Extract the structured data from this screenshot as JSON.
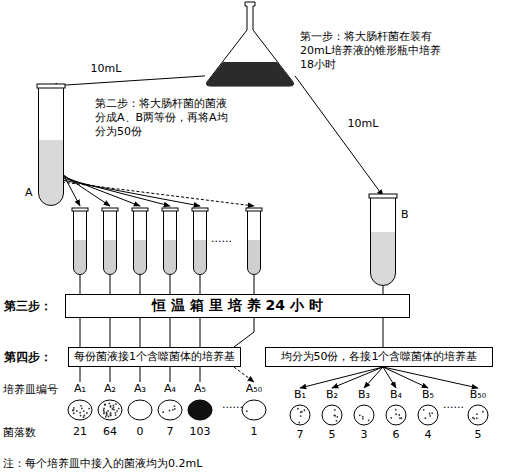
{
  "diagram": {
    "nodes": [
      {
        "text": [
          "第一步：将大肠杆菌在装有20mL培养液的锥形瓶中培养18小时"
        ]
      },
      {
        "text": [
          "A"
        ]
      },
      {
        "text": [
          "B"
        ]
      },
      {
        "text": [
          "第三步：",
          "恒 温 箱 里 培 养 24 小 时"
        ]
      },
      {
        "text": [
          "第四步：",
          "每份菌液接1个含噬菌体的培养基"
        ]
      },
      {
        "text": [
          "均分为50份，各接1个含噬菌体的培养基"
        ]
      },
      {
        "text": [
          "A₁",
          "21"
        ]
      },
      {
        "text": [
          "A₂",
          "64"
        ]
      },
      {
        "text": [
          "A₃",
          "0"
        ]
      },
      {
        "text": [
          "A₄",
          "7"
        ]
      },
      {
        "text": [
          "A₅",
          "103"
        ]
      },
      {
        "text": [
          "A₅₀",
          "1"
        ]
      },
      {
        "text": [
          "B₁",
          "7"
        ]
      },
      {
        "text": [
          "B₂",
          "5"
        ]
      },
      {
        "text": [
          "B₃",
          "3"
        ]
      },
      {
        "text": [
          "B₄",
          "6"
        ]
      },
      {
        "text": [
          "B₅",
          "4"
        ]
      },
      {
        "text": [
          "B₅₀",
          "5"
        ]
      }
    ],
    "edges": [
      {
        "from": 0,
        "to": 1,
        "label": "10mL",
        "arrow": "to"
      },
      {
        "from": 0,
        "to": 2,
        "label": "10mL",
        "arrow": "to"
      },
      {
        "from": 2,
        "to": 3,
        "arrow": "none"
      },
      {
        "from": 3,
        "to": 5,
        "arrow": "none"
      },
      {
        "from": 3,
        "to": 4,
        "arrow": "none"
      },
      {
        "from": 4,
        "to": 6,
        "arrow": "none"
      },
      {
        "from": 4,
        "to": 7,
        "arrow": "none"
      },
      {
        "from": 4,
        "to": 8,
        "arrow": "none"
      },
      {
        "from": 4,
        "to": 9,
        "arrow": "none"
      },
      {
        "from": 4,
        "to": 10,
        "arrow": "none"
      },
      {
        "from": 4,
        "to": 11,
        "arrow": "to"
      },
      {
        "from": 5,
        "to": 12,
        "arrow": "to"
      },
      {
        "from": 5,
        "to": 13,
        "arrow": "to"
      },
      {
        "from": 5,
        "to": 14,
        "arrow": "to"
      },
      {
        "from": 5,
        "to": 15,
        "arrow": "to"
      },
      {
        "from": 5,
        "to": 16,
        "arrow": "to"
      },
      {
        "from": 5,
        "to": 17,
        "arrow": "to"
      }
    ],
    "labels": [
      "第二步：将大肠杆菌的菌液分成A、B两等份，再将A均分为50份",
      "......",
      "培养皿编号",
      "......",
      "......",
      "菌落数",
      "注：每个培养皿中接入的菌液均为0.2mL"
    ]
  }
}
